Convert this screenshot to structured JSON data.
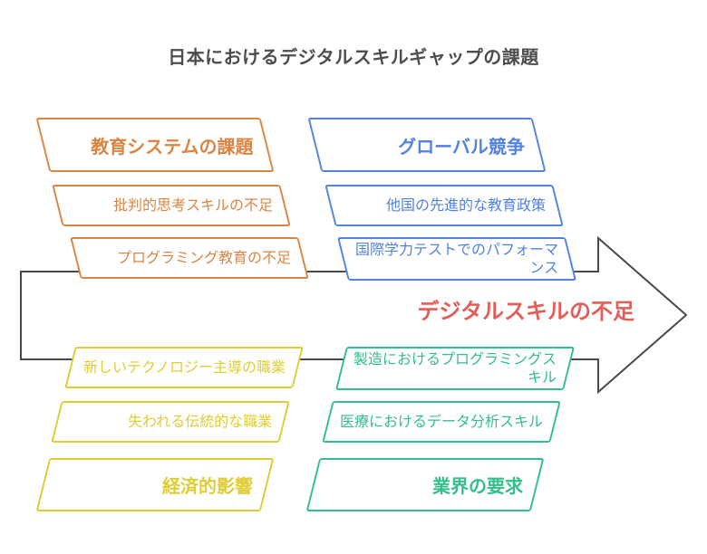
{
  "title": "日本におけるデジタルスキルギャップの課題",
  "center_label": "デジタルスキルの不足",
  "colors": {
    "orange": "#DC8543",
    "blue": "#5282E2",
    "yellow": "#DFCD35",
    "green": "#34BE8B",
    "red": "#E35E58",
    "line": "#4A4A4A",
    "title": "#4D4D4D"
  },
  "groups": [
    {
      "id": "education",
      "position": "top-left",
      "color": "orange",
      "header": "教育システムの課題",
      "items": [
        "批判的思考スキルの不足",
        "プログラミング教育の不足"
      ]
    },
    {
      "id": "global-competition",
      "position": "top-right",
      "color": "blue",
      "header": "グローバル競争",
      "items": [
        "他国の先進的な教育政策",
        "国際学力テストでのパフォーマンス"
      ]
    },
    {
      "id": "economic-impact",
      "position": "bottom-left",
      "color": "yellow",
      "header": "経済的影響",
      "items": [
        "新しいテクノロジー主導の職業",
        "失われる伝統的な職業"
      ]
    },
    {
      "id": "industry-demand",
      "position": "bottom-right",
      "color": "green",
      "header": "業界の要求",
      "items": [
        "製造におけるプログラミングスキル",
        "医療におけるデータ分析スキル"
      ]
    }
  ]
}
